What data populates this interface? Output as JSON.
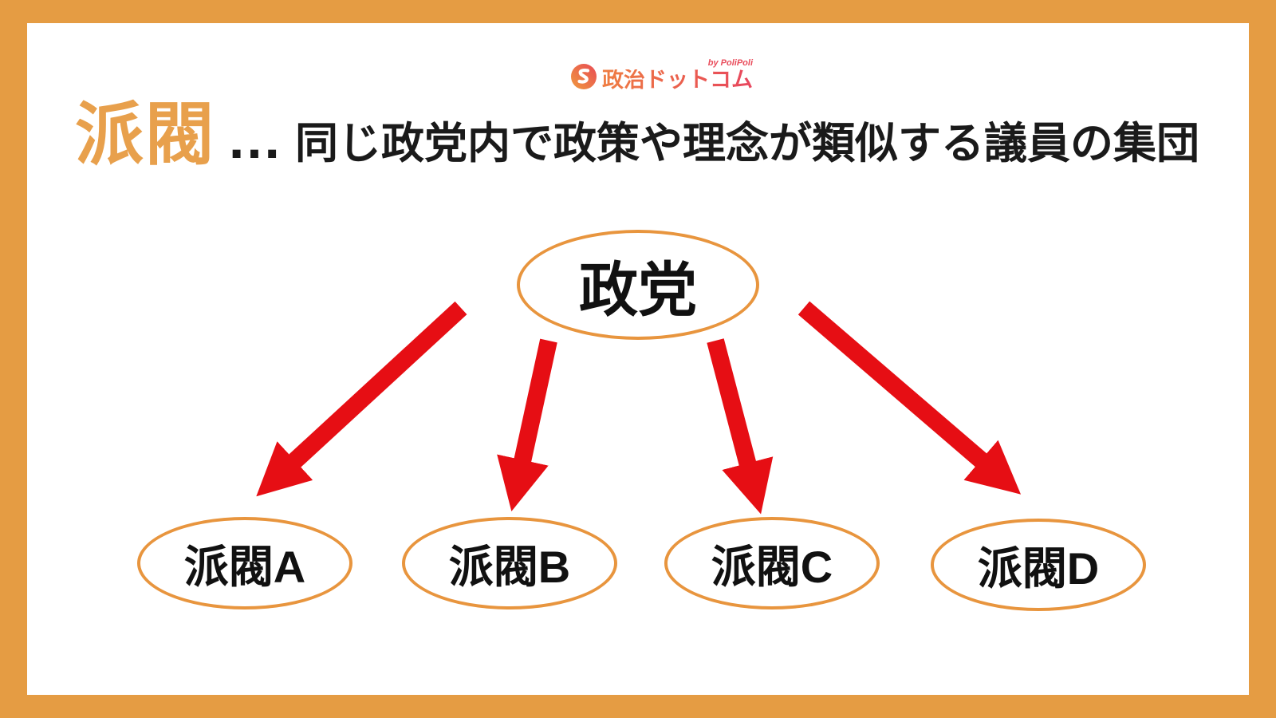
{
  "page": {
    "frame_color": "#E59C43",
    "canvas_color": "#FFFFFF"
  },
  "logo": {
    "icon": "polipoli-swirl-icon",
    "brand_text": "政治ドットコム",
    "byline": "by PoliPoli",
    "gradient_start": "#EF7E42",
    "gradient_end": "#E8465F"
  },
  "title": {
    "term": "派閥",
    "separator": "…",
    "definition": "同じ政党内で政策や理念が類似する議員の集団",
    "term_color": "#E8A04C",
    "text_color": "#1A1A1A"
  },
  "diagram": {
    "root": {
      "label": "政党"
    },
    "children": [
      {
        "label": "派閥A"
      },
      {
        "label": "派閥B"
      },
      {
        "label": "派閥C"
      },
      {
        "label": "派閥D"
      }
    ],
    "ellipse_border_color": "#E8953E",
    "arrow_color": "#E60E14"
  }
}
